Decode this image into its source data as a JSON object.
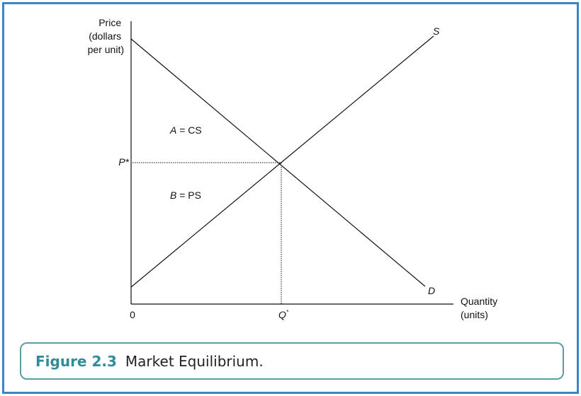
{
  "axes": {
    "y_label_lines": [
      "Price",
      "(dollars",
      "per unit)"
    ],
    "x_label_lines": [
      "Quantity",
      "(units)"
    ],
    "origin": "0",
    "p_star": "P*",
    "q_star": "Q",
    "q_star_sup": "*"
  },
  "curves": {
    "supply": "S",
    "demand": "D"
  },
  "regions": {
    "a_letter": "A",
    "a_rest": " = CS",
    "b_letter": "B",
    "b_rest": " = PS"
  },
  "caption": {
    "label": "Figure 2.3",
    "title": "Market Equilibrium."
  },
  "colors": {
    "frame": "#3a86c4",
    "caption_border": "#5b9fa6",
    "caption_label": "#2f8d9a"
  }
}
